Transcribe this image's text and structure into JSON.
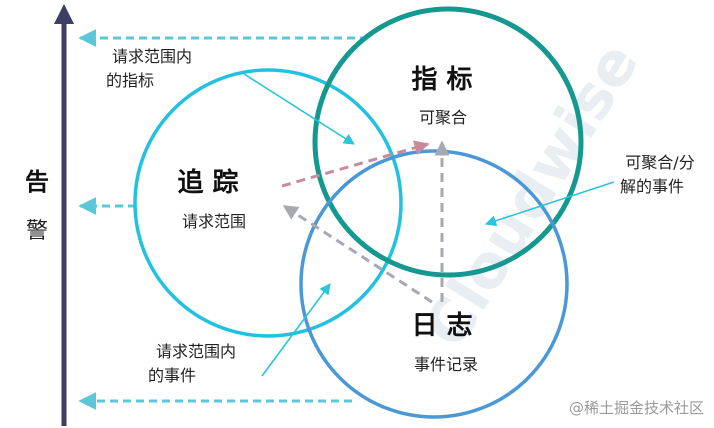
{
  "axis": {
    "line1": "告",
    "line2": "警"
  },
  "tracing": {
    "title": "追 踪",
    "subtitle": "请求范围"
  },
  "metrics": {
    "title": "指 标",
    "subtitle": "可聚合"
  },
  "logging": {
    "title": "日 志",
    "subtitle": "事件记录"
  },
  "notes": {
    "top_left": [
      "请求范围内",
      "的指标"
    ],
    "bottom_left": [
      "请求范围内",
      "的事件"
    ],
    "right": [
      "可聚合/分",
      "解的事件"
    ]
  },
  "watermark": {
    "text": "@稀土掘金技术社区",
    "faint": "Cloudwise"
  },
  "colors": {
    "axis": "#3f3d63",
    "tracing_circle": "#22c1df",
    "metrics_circle": "#14988f",
    "logging_circle": "#4a98d6",
    "dashed_cyan": "#5cc7d6",
    "arrow_cyan": "#2bc4d8",
    "dashed_pink": "#c98a9c",
    "dashed_gray": "#a8a8b2"
  }
}
